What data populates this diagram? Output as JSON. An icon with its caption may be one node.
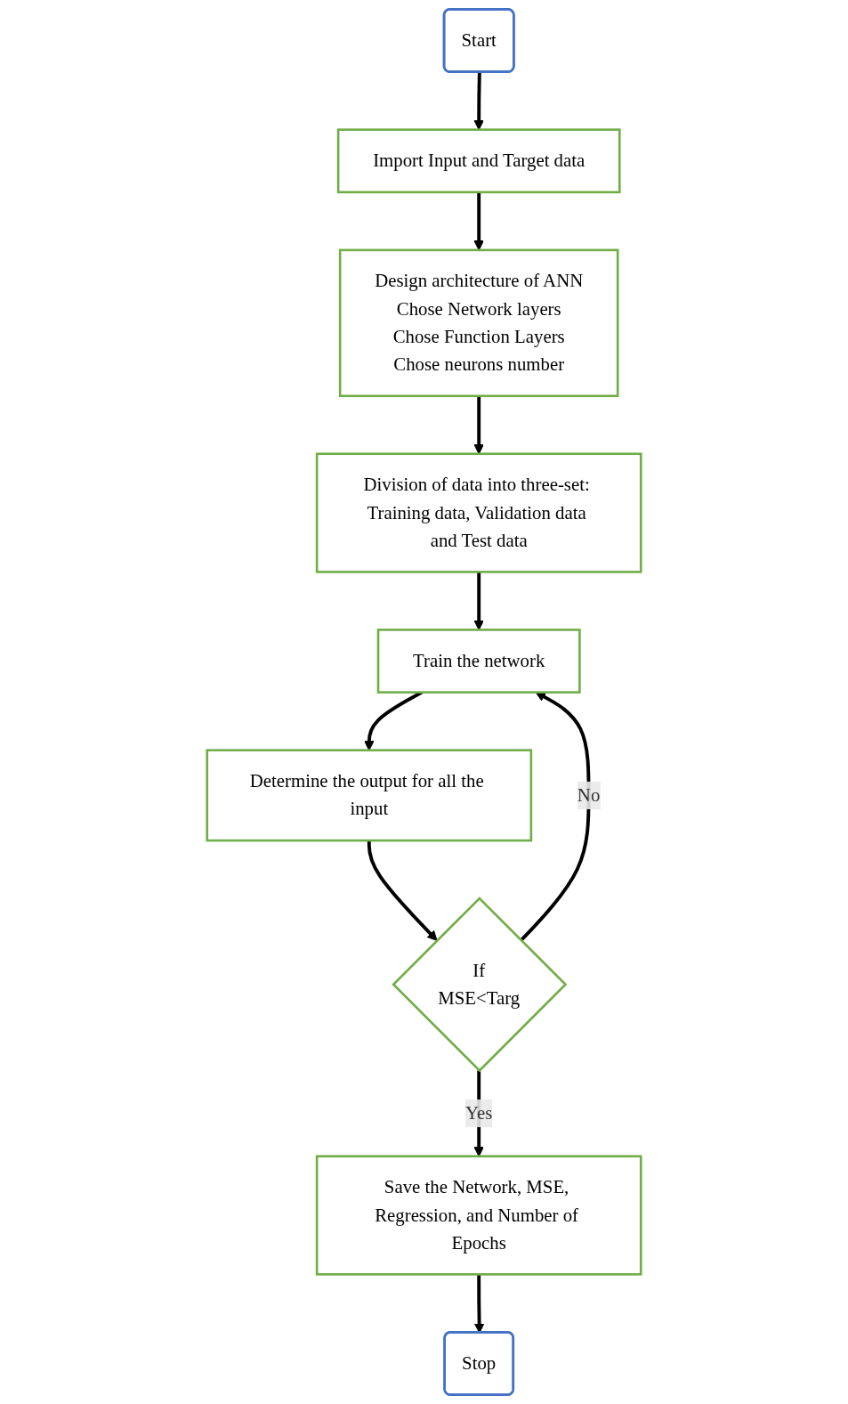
{
  "diagram": {
    "nodes": [
      {
        "text": [
          "Start"
        ]
      },
      {
        "text": [
          "Import Input and Target data"
        ]
      },
      {
        "text": [
          "Design architecture of ANN",
          "Chose Network layers",
          "Chose Function Layers",
          "Chose neurons number"
        ]
      },
      {
        "text": [
          "Division of data into three-set: Training data, Validation data and Test data"
        ]
      },
      {
        "text": [
          "Train the network"
        ]
      },
      {
        "text": [
          "Determine the output for all the input"
        ]
      },
      {
        "text": [
          "If",
          "MSE<Targ"
        ]
      },
      {
        "text": [
          "Save the Network, MSE, Regression, and Number of Epochs"
        ]
      },
      {
        "text": [
          "Stop"
        ]
      }
    ],
    "edges": [
      {
        "from": 0,
        "to": 1,
        "arrow": "to"
      },
      {
        "from": 1,
        "to": 2,
        "arrow": "to"
      },
      {
        "from": 2,
        "to": 3,
        "arrow": "to"
      },
      {
        "from": 3,
        "to": 4,
        "arrow": "to"
      },
      {
        "from": 4,
        "to": 5,
        "arrow": "to"
      },
      {
        "from": 5,
        "to": 6,
        "arrow": "to"
      },
      {
        "from": 6,
        "to": 4,
        "arrow": "to",
        "label": "No"
      },
      {
        "from": 6,
        "to": 7,
        "arrow": "to",
        "label": "Yes"
      },
      {
        "from": 7,
        "to": 8,
        "arrow": "to"
      }
    ]
  }
}
